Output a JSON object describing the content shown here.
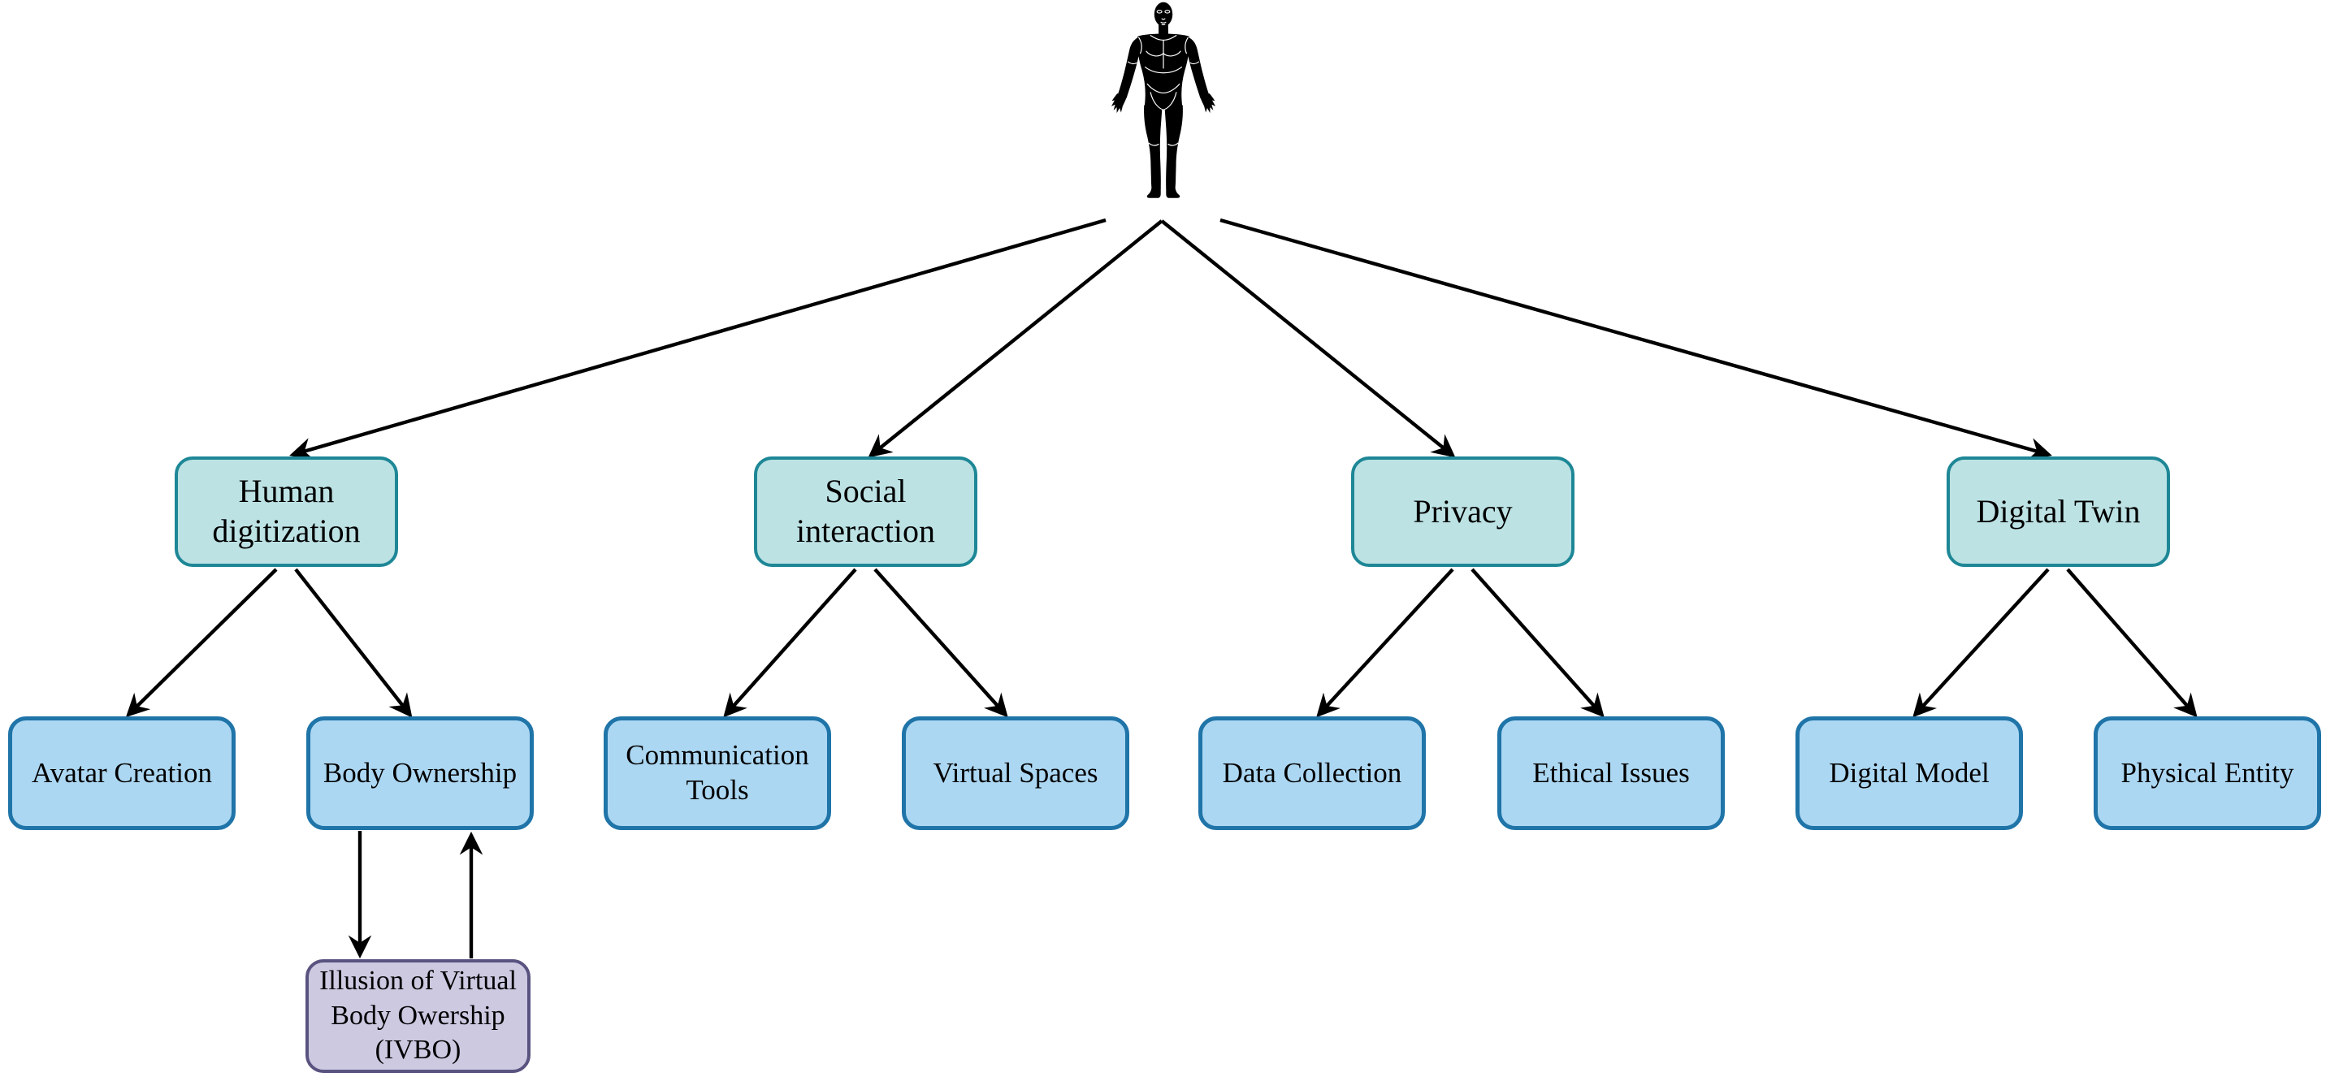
{
  "diagram": {
    "root": {
      "icon": "human-body-icon"
    },
    "nodes": {
      "level1": [
        {
          "id": "human-digitization",
          "label": "Human\ndigitization"
        },
        {
          "id": "social-interaction",
          "label": "Social\ninteraction"
        },
        {
          "id": "privacy",
          "label": "Privacy"
        },
        {
          "id": "digital-twin",
          "label": "Digital Twin"
        }
      ],
      "level2": [
        {
          "id": "avatar-creation",
          "label": "Avatar Creation",
          "parent": "human-digitization"
        },
        {
          "id": "body-ownership",
          "label": "Body Ownership",
          "parent": "human-digitization"
        },
        {
          "id": "communication-tools",
          "label": "Communication\nTools",
          "parent": "social-interaction"
        },
        {
          "id": "virtual-spaces",
          "label": "Virtual Spaces",
          "parent": "social-interaction"
        },
        {
          "id": "data-collection",
          "label": "Data Collection",
          "parent": "privacy"
        },
        {
          "id": "ethical-issues",
          "label": "Ethical Issues",
          "parent": "privacy"
        },
        {
          "id": "digital-model",
          "label": "Digital Model",
          "parent": "digital-twin"
        },
        {
          "id": "physical-entity",
          "label": "Physical Entity",
          "parent": "digital-twin"
        }
      ],
      "special": [
        {
          "id": "ivbo",
          "label": "Illusion of Virtual\nBody Owership\n(IVBO)",
          "parent": "body-ownership",
          "relation": "bidirectional"
        }
      ]
    },
    "colors": {
      "level1_fill": "#bce2e4",
      "level1_border": "#1e8796",
      "level2_fill": "#acd7f2",
      "level2_border": "#1f74a8",
      "special_fill": "#ccc9e1",
      "special_border": "#595380",
      "edge": "#000000",
      "background": "#ffffff",
      "text": "#000000"
    }
  }
}
